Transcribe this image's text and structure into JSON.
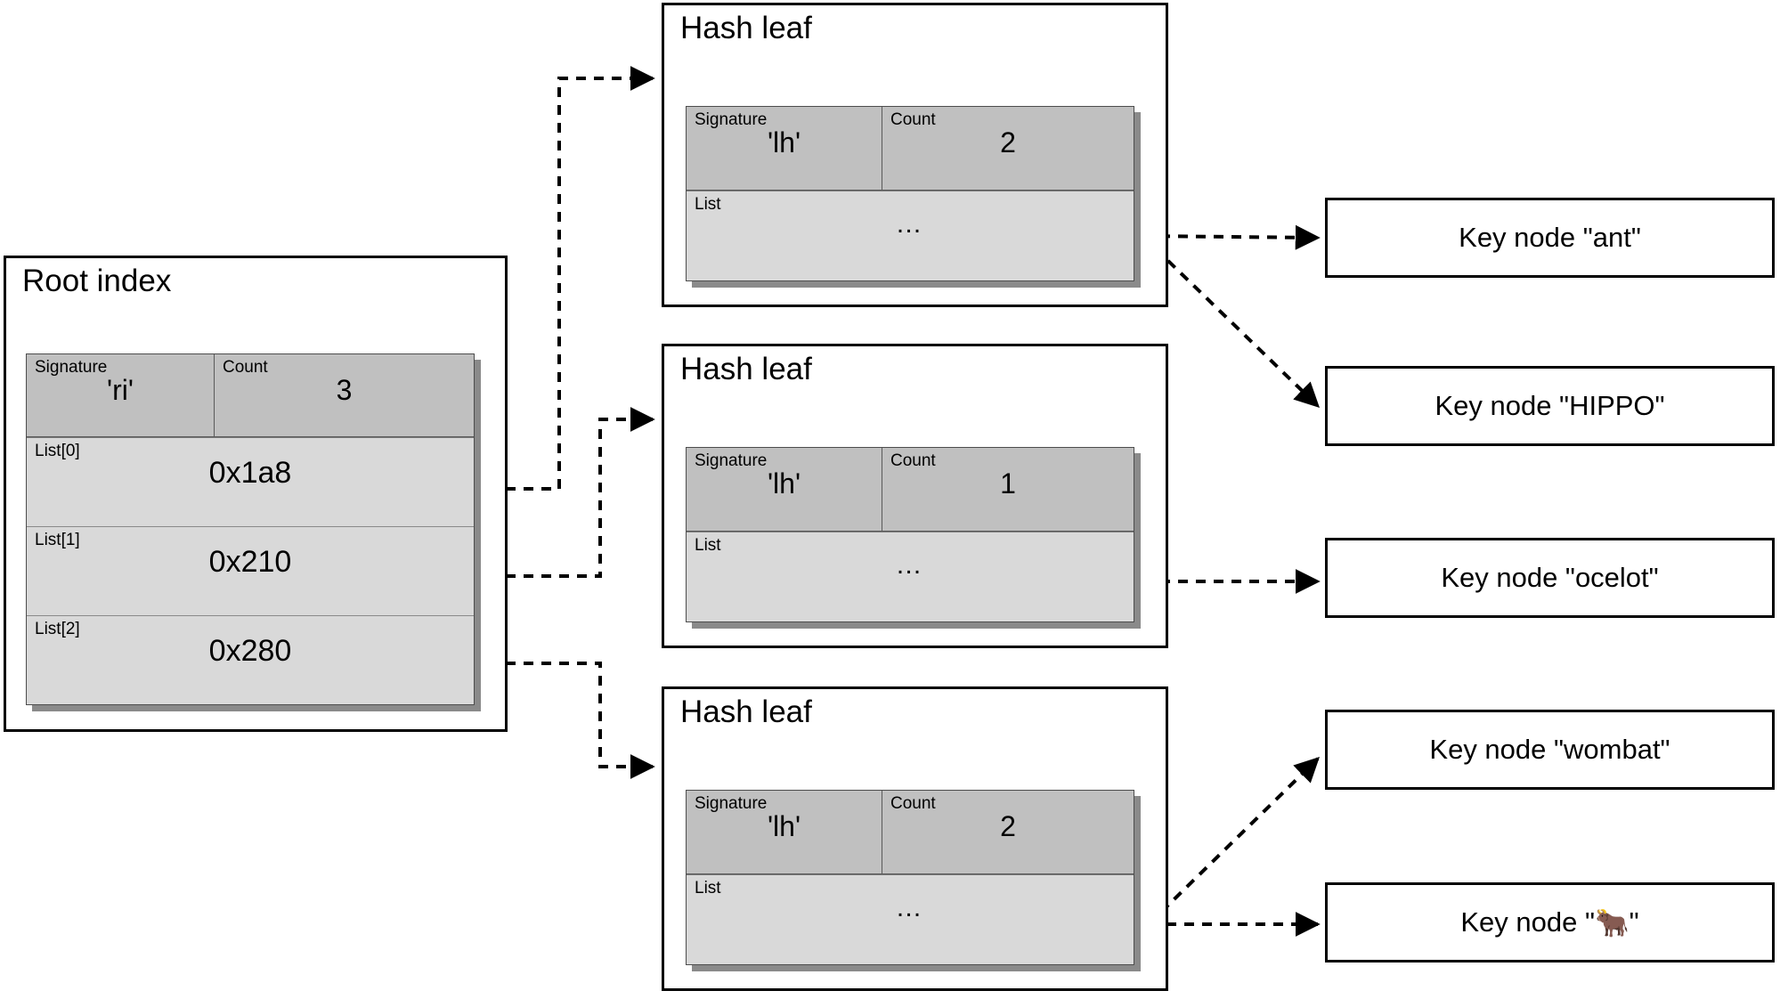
{
  "diagram": {
    "title": "Hash index structure diagram",
    "colors": {
      "header_cell": "#c0c0c0",
      "list_cell": "#d9d9d9",
      "shadow": "#8a8a8a",
      "stroke": "#000000",
      "background": "#ffffff"
    }
  },
  "root_index": {
    "title": "Root index",
    "signature_label": "Signature",
    "signature_value": "'ri'",
    "count_label": "Count",
    "count_value": "3",
    "entries": [
      {
        "label": "List[0]",
        "value": "0x1a8"
      },
      {
        "label": "List[1]",
        "value": "0x210"
      },
      {
        "label": "List[2]",
        "value": "0x280"
      }
    ]
  },
  "hash_leaves": [
    {
      "title": "Hash leaf",
      "signature_label": "Signature",
      "signature_value": "'lh'",
      "count_label": "Count",
      "count_value": "2",
      "list_label": "List",
      "list_value": "…"
    },
    {
      "title": "Hash leaf",
      "signature_label": "Signature",
      "signature_value": "'lh'",
      "count_label": "Count",
      "count_value": "1",
      "list_label": "List",
      "list_value": "…"
    },
    {
      "title": "Hash leaf",
      "signature_label": "Signature",
      "signature_value": "'lh'",
      "count_label": "Count",
      "count_value": "2",
      "list_label": "List",
      "list_value": "…"
    }
  ],
  "key_nodes": [
    {
      "prefix": "Key node \"ant\"",
      "glyph": ""
    },
    {
      "prefix": "Key node \"HIPPO\"",
      "glyph": ""
    },
    {
      "prefix": "Key node \"ocelot\"",
      "glyph": ""
    },
    {
      "prefix": "Key node \"wombat\"",
      "glyph": ""
    },
    {
      "prefix": "Key node \"",
      "glyph": "🐂",
      "suffix": "\""
    }
  ]
}
